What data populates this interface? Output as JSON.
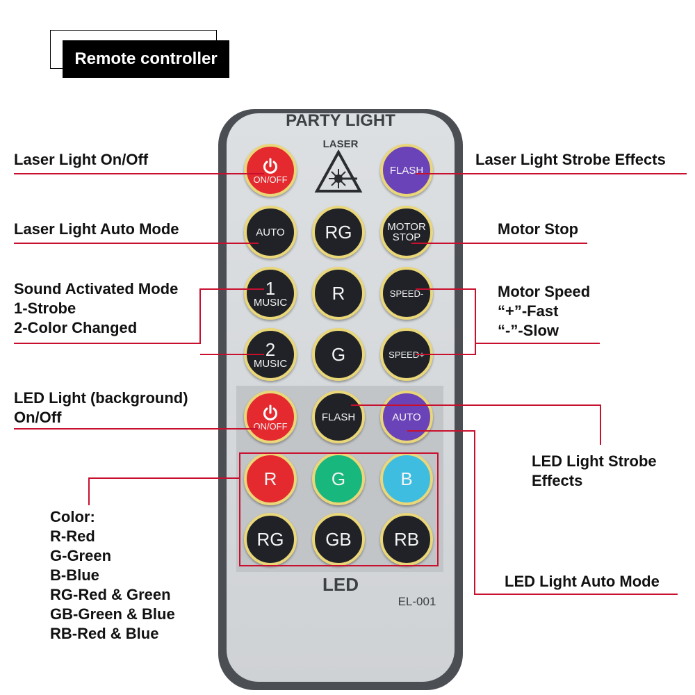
{
  "title": "Remote controller",
  "remote": {
    "brand": "PARTY LIGHT",
    "laser_label": "LASER",
    "led_label": "LED",
    "model": "EL-001"
  },
  "buttons": {
    "laser_power_label": "ON/OFF",
    "laser_flash": "FLASH",
    "auto": "AUTO",
    "rg": "RG",
    "motor_stop": "MOTOR\nSTOP",
    "music1_num": "1",
    "music1_label": "MUSIC",
    "r": "R",
    "speed_minus": "SPEED-",
    "music2_num": "2",
    "music2_label": "MUSIC",
    "g": "G",
    "speed_plus": "SPEED+",
    "led_power_label": "ON/OFF",
    "led_flash": "FLASH",
    "led_auto": "AUTO",
    "led_r": "R",
    "led_g": "G",
    "led_b": "B",
    "led_rg": "RG",
    "led_gb": "GB",
    "led_rb": "RB"
  },
  "annotations": {
    "laser_on_off": "Laser Light On/Off",
    "laser_strobe": "Laser Light Strobe Effects",
    "laser_auto": "Laser Light Auto Mode",
    "motor_stop": "Motor Stop",
    "sound_mode": "Sound Activated Mode\n1-Strobe\n2-Color Changed",
    "motor_speed": "Motor Speed\n“+”-Fast\n“-”-Slow",
    "led_on_off": "LED Light (background)\nOn/Off",
    "led_strobe": "LED Light Strobe\nEffects",
    "color": "Color:\nR-Red\nG-Green\nB-Blue\nRG-Red & Green\nGB-Green & Blue\nRB-Red & Blue",
    "led_auto": "LED Light Auto Mode"
  },
  "colors": {
    "line": "#c8102e",
    "button_ring": "#e9d77a",
    "red_button": "#e42a2f",
    "purple_button": "#6b43b8",
    "green_button": "#18b77d",
    "blue_button": "#3fbde0",
    "dark_button": "#202227"
  },
  "icons": [
    "power-icon",
    "laser-warning-icon"
  ]
}
